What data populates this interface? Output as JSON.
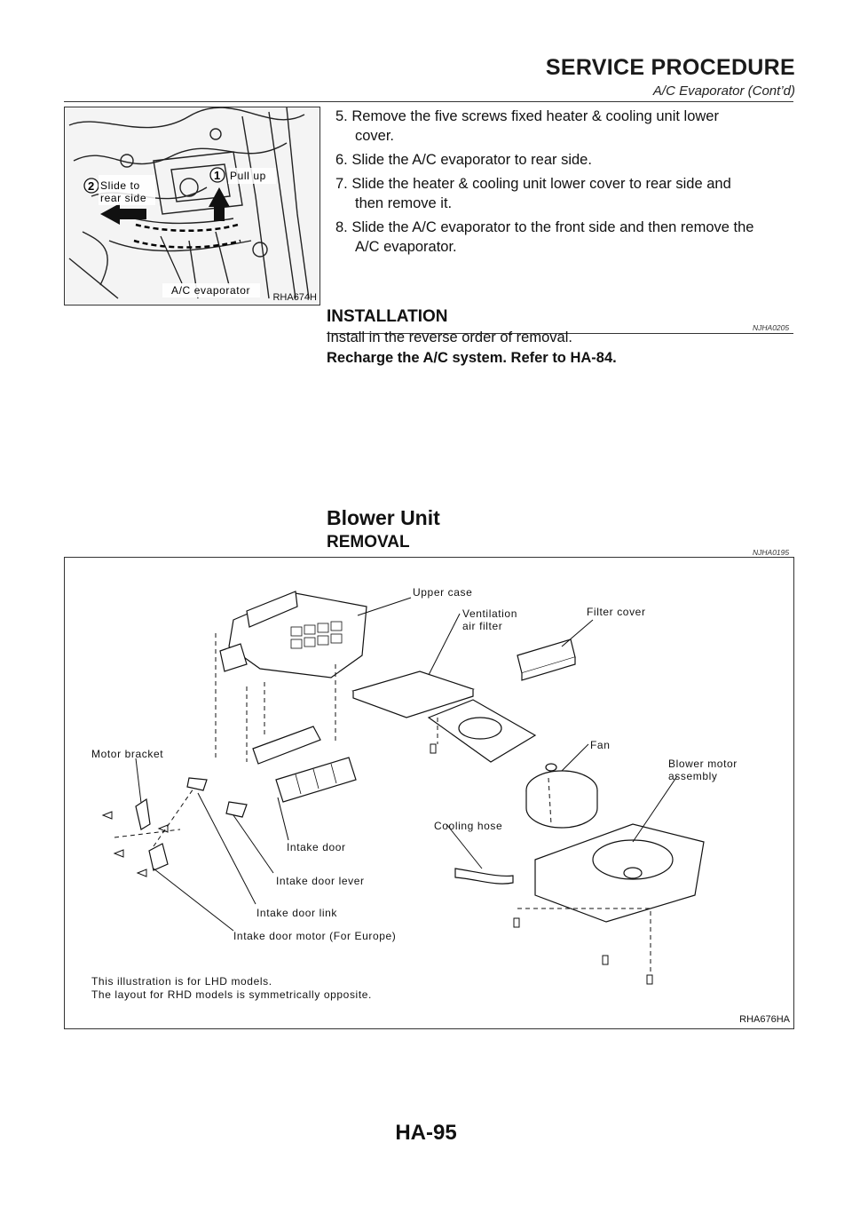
{
  "header": {
    "title": "SERVICE PROCEDURE",
    "subtitle": "A/C Evaporator (Cont’d)"
  },
  "figure1": {
    "labels": {
      "step2": "Slide to",
      "step2b": "rear side",
      "step1": "Pull up",
      "evaporator": "A/C evaporator",
      "num1": "1",
      "num2": "2"
    },
    "code": "RHA674H"
  },
  "steps": [
    {
      "num": "5.",
      "text": "Remove the five screws fixed heater & cooling unit lower",
      "cont": "cover."
    },
    {
      "num": "6.",
      "text": "Slide the A/C evaporator to rear side.",
      "cont": ""
    },
    {
      "num": "7.",
      "text": "Slide the heater & cooling unit lower cover to rear side and",
      "cont": "then remove it."
    },
    {
      "num": "8.",
      "text": "Slide the A/C evaporator to the front side and then remove the",
      "cont": "A/C evaporator."
    }
  ],
  "installation": {
    "heading": "INSTALLATION",
    "ref": "NJHA0205",
    "line1": "Install in the reverse order of removal.",
    "line2": "Recharge the A/C system. Refer to HA-84."
  },
  "blower": {
    "heading": "Blower Unit",
    "removal_heading": "REMOVAL",
    "removal_ref": "NJHA0195"
  },
  "figure2": {
    "labels": {
      "upper_case": "Upper case",
      "vent_filter_1": "Ventilation",
      "vent_filter_2": "air filter",
      "filter_cover": "Filter cover",
      "fan": "Fan",
      "blower_motor_1": "Blower motor",
      "blower_motor_2": "assembly",
      "motor_bracket": "Motor bracket",
      "cooling_hose": "Cooling hose",
      "intake_door": "Intake door",
      "intake_door_lever": "Intake door lever",
      "intake_door_link": "Intake door link",
      "intake_door_motor": "Intake door motor (For Europe)",
      "note1": "This illustration is for LHD models.",
      "note2": "The layout for RHD models is symmetrically opposite."
    },
    "code": "RHA676HA"
  },
  "footer": {
    "page": "HA-95"
  }
}
